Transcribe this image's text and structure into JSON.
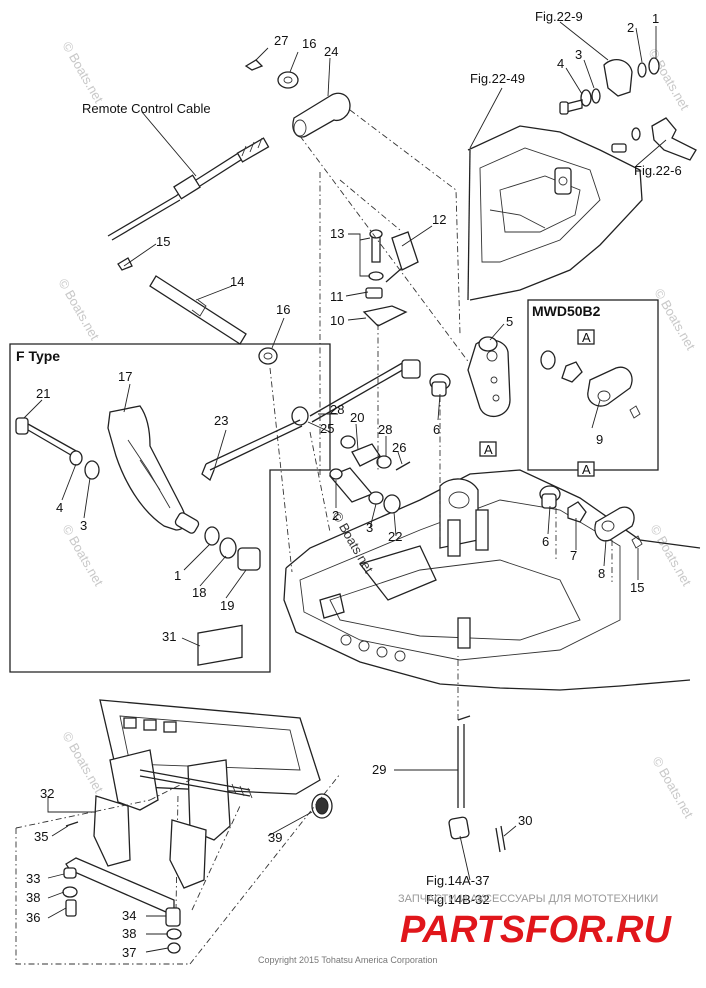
{
  "labels": {
    "p1": "1",
    "p2": "2",
    "p3": "3",
    "p4": "4",
    "p5": "5",
    "p6": "6",
    "p7": "7",
    "p8": "8",
    "p9": "9",
    "p10": "10",
    "p11": "11",
    "p12": "12",
    "p13": "13",
    "p14": "14",
    "p15": "15",
    "p16": "16",
    "p17": "17",
    "p18": "18",
    "p19": "19",
    "p20": "20",
    "p21": "21",
    "p22": "22",
    "p23": "23",
    "p24": "24",
    "p25": "25",
    "p26": "26",
    "p27": "27",
    "p28": "28",
    "p29": "29",
    "p30": "30",
    "p31": "31",
    "p32": "32",
    "p33": "33",
    "p34": "34",
    "p35": "35",
    "p36": "36",
    "p37": "37",
    "p38": "38",
    "p39": "39",
    "box_a": "A"
  },
  "callouts": {
    "remote_control_cable": "Remote Control Cable",
    "fig_22_9": "Fig.22-9",
    "fig_22_49": "Fig.22-49",
    "fig_22_6": "Fig.22-6",
    "fig_14a_37": "Fig.14A-37",
    "fig_14b_32": "Fig.14B-32"
  },
  "insets": {
    "f_type": "F Type",
    "mwd50b2": "MWD50B2"
  },
  "watermark": "© Boats.net",
  "footer": {
    "copyright": "Copyright 2015 Tohatsu America Corporation",
    "seller_tagline": "ЗАПЧАСТИ И АКСЕССУАРЫ ДЛЯ МОТОТЕХНИКИ",
    "seller_brand": "PARTSFOR.RU"
  },
  "colors": {
    "brand_red": "#e0161b",
    "line": "#222222",
    "watermark_gray": "#c8c8c8"
  }
}
